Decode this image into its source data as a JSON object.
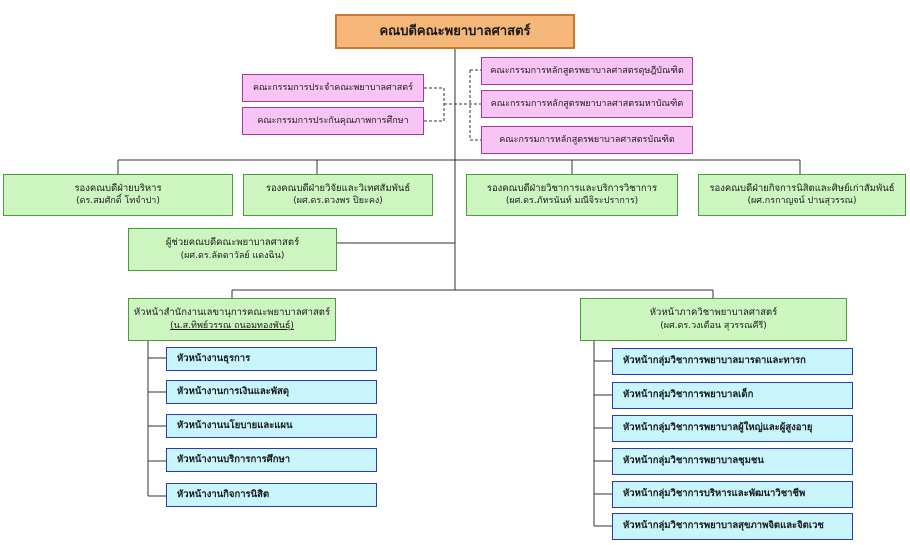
{
  "dean": "คณบดีคณะพยาบาลศาสตร์",
  "committees_left": [
    "คณะกรรมการประจำคณะพยาบาลศาสตร์",
    "คณะกรรมการประกันคุณภาพการศึกษา"
  ],
  "committees_right": [
    "คณะกรรมการหลักสูตรพยาบาลศาสตรดุษฎีบัณฑิต",
    "คณะกรรมการหลักสูตรพยาบาลศาสตรมหาบัณฑิต",
    "คณะกรรมการหลักสูตรพยาบาลศาสตรบัณฑิต"
  ],
  "vice_deans": [
    {
      "title": "รองคณบดีฝ่ายบริหาร",
      "name": "(ดร.สมศักดิ์ โทจำปา)"
    },
    {
      "title": "รองคณบดีฝ่ายวิจัยและวิเทศสัมพันธ์",
      "name": "(ผศ.ดร.ดวงพร ปิยะคง)"
    },
    {
      "title": "รองคณบดีฝ่ายวิชาการและบริการวิชาการ",
      "name": "(ผศ.ดร.ภัทรนันท์ มณีจิระปราการ)"
    },
    {
      "title": "รองคณบดีฝ่ายกิจการนิสิตและศิษย์เก่าสัมพันธ์",
      "name": "(ผศ.กรกาญจน์ ปานสุวรรณ)"
    }
  ],
  "assistant_dean": {
    "title": "ผู้ช่วยคณบดีคณะพยาบาลศาสตร์",
    "name": "(ผศ.ดร.ลัดดาวัลย์ แดงฉิน)"
  },
  "office_head": {
    "title": "หัวหน้าสำนักงานเลขานุการคณะพยาบาลศาสตร์",
    "name": "(น.ส.ทิพย์วรรณ ถนอมทองพันธุ์)"
  },
  "department_head": {
    "title": "หัวหน้าภาควิชาพยาบาลศาสตร์",
    "name": "(ผศ.ดร.วงเดือน สุวรรณคีรี)"
  },
  "office_units": [
    "หัวหน้างานธุรการ",
    "หัวหน้างานการเงินและพัสดุ",
    "หัวหน้างานนโยบายและแผน",
    "หัวหน้างานบริการการศึกษา",
    "หัวหน้างานกิจการนิสิต"
  ],
  "department_groups": [
    "หัวหน้ากลุ่มวิชาการพยาบาลมารดาและทารก",
    "หัวหน้ากลุ่มวิชาการพยาบาลเด็ก",
    "หัวหน้ากลุ่มวิชาการพยาบาลผู้ใหญ่และผู้สูงอายุ",
    "หัวหน้ากลุ่มวิชาการพยาบาลชุมชน",
    "หัวหน้ากลุ่มวิชาการบริหารและพัฒนาวิชาชีพ",
    "หัวหน้ากลุ่มวิชาการพยาบาลสุขภาพจิตและจิตเวช"
  ],
  "colors": {
    "dean_fill": "#f4b679",
    "committee_fill": "#f7c4f4",
    "vice_dean_fill": "#cdf5c0",
    "unit_fill": "#c8f5fb",
    "line": "#333333"
  }
}
